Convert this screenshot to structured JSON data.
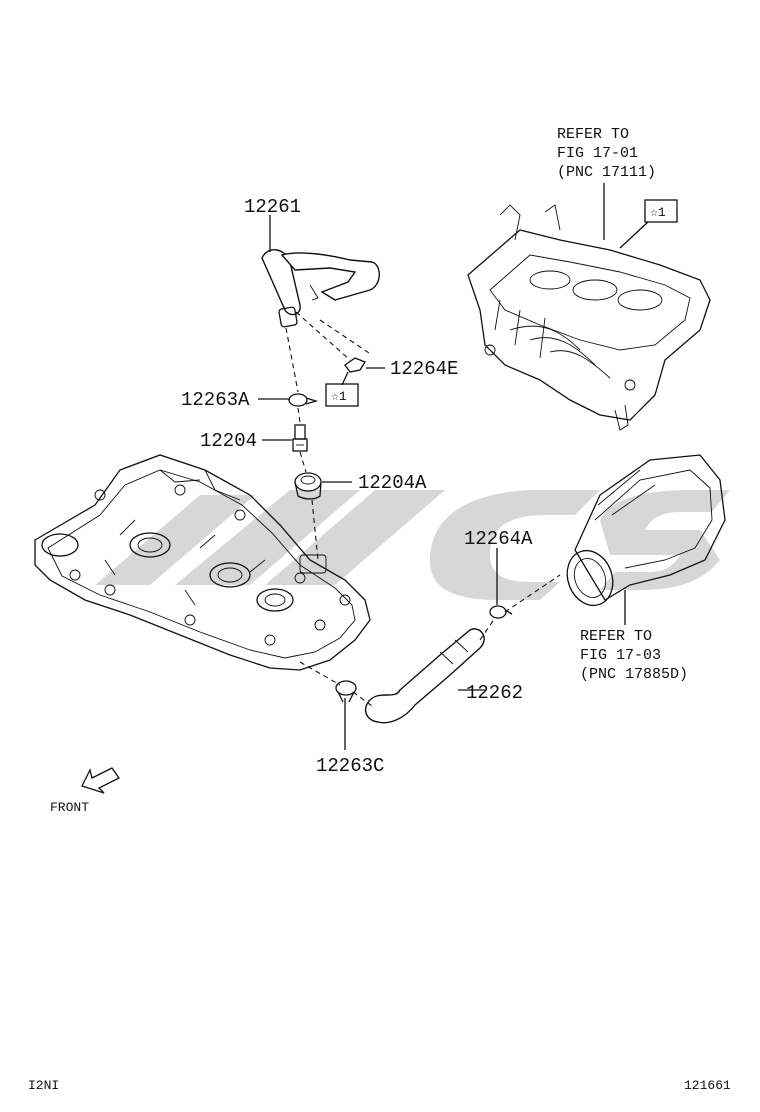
{
  "parts": {
    "p12261": "12261",
    "p12264E": "12264E",
    "p12263A": "12263A",
    "p12204": "12204",
    "p12204A": "12204A",
    "p12264A": "12264A",
    "p12262": "12262",
    "p12263C": "12263C"
  },
  "callouts": {
    "star_marker_1": "☆1",
    "star_marker_2": "☆1"
  },
  "refer_manifold": {
    "line1": "REFER TO",
    "line2": "FIG 17-01",
    "line3": "(PNC 17111)"
  },
  "refer_intake": {
    "line1": "REFER TO",
    "line2": "FIG 17-03",
    "line3": "(PNC 17885D)"
  },
  "front_label": "FRONT",
  "footer": {
    "left_code": "I2NI",
    "right_code": "121661"
  },
  "colors": {
    "line": "#111111",
    "watermark": "#d7d7d7",
    "background": "#ffffff"
  }
}
